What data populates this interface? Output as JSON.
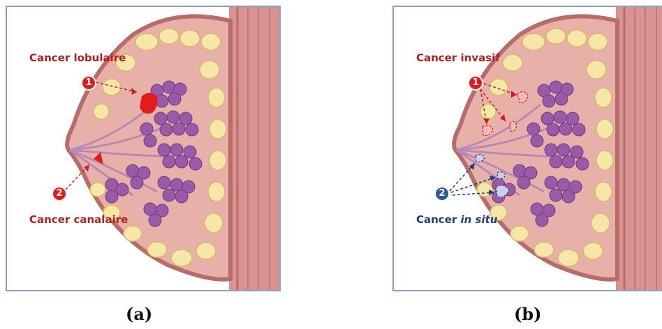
{
  "panel_a": {
    "caption": "(a)",
    "label1": "Cancer lobulaire",
    "label2": "Cancer canalaire",
    "badge1": "1",
    "badge2": "2"
  },
  "panel_b": {
    "caption": "(b)",
    "label1": "Cancer invasif",
    "label2_prefix": "Cancer ",
    "label2_italic": "in situ",
    "badge1": "1",
    "badge2": "2"
  },
  "colors": {
    "frame": "#8aa0c8",
    "red_label": "#b21f1f",
    "blue_label": "#1f3f7a",
    "fat": "#f6e7a8",
    "tissue": "#e9b6b0",
    "lobule": "#9a5aa8",
    "tumor": "#e31b1b"
  }
}
